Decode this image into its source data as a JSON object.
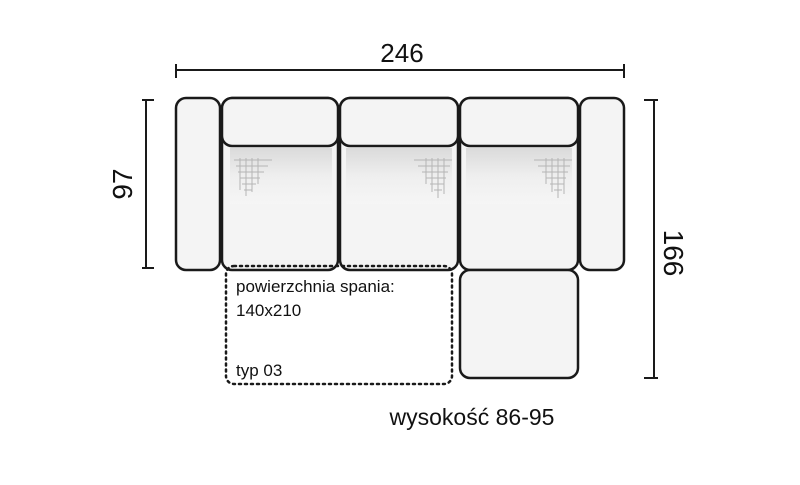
{
  "dimensions": {
    "width": "246",
    "depth": "97",
    "chaise_depth": "166"
  },
  "sleeping_area": {
    "label": "powierzchnia spania:",
    "size": "140x210",
    "type": "typ 03"
  },
  "height_note": "wysokość 86-95",
  "colors": {
    "outline": "#1a1a1a",
    "fill": "#f4f4f4",
    "shade": "#dcdcdc"
  }
}
